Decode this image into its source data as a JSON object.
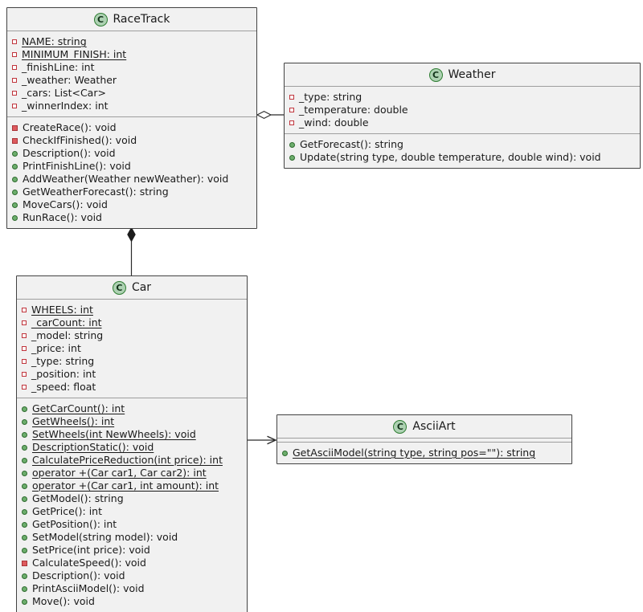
{
  "diagram_type": "uml-class-diagram",
  "colors": {
    "canvas_bg": "#ffffff",
    "class_bg": "#f1f1f1",
    "class_border": "#424242",
    "separator": "#9e9e9e",
    "text": "#1a1a1a",
    "title_icon_bg": "#add1b2",
    "title_icon_border": "#2e7d32",
    "public_icon_fill": "#6dae6d",
    "public_icon_border": "#2e6b2e",
    "private_icon_fill": "#dd5a5e",
    "private_icon_border": "#a93438",
    "field_icon_border": "#c0343c",
    "edge": "#2b2b2b"
  },
  "classes": [
    {
      "name": "RaceTrack",
      "icon_letter": "C",
      "fields": [
        {
          "text": "NAME: string",
          "visibility": "private",
          "static": true
        },
        {
          "text": "MINIMUM_FINISH: int",
          "visibility": "private",
          "static": true
        },
        {
          "text": "_finishLine: int",
          "visibility": "private",
          "static": false
        },
        {
          "text": "_weather: Weather",
          "visibility": "private",
          "static": false
        },
        {
          "text": "_cars: List<Car>",
          "visibility": "private",
          "static": false
        },
        {
          "text": "_winnerIndex: int",
          "visibility": "private",
          "static": false
        }
      ],
      "methods": [
        {
          "text": "CreateRace(): void",
          "visibility": "private",
          "static": false
        },
        {
          "text": "CheckIfFinished(): void",
          "visibility": "private",
          "static": false
        },
        {
          "text": "Description(): void",
          "visibility": "public",
          "static": false
        },
        {
          "text": "PrintFinishLine(): void",
          "visibility": "public",
          "static": false
        },
        {
          "text": "AddWeather(Weather newWeather): void",
          "visibility": "public",
          "static": false
        },
        {
          "text": "GetWeatherForecast(): string",
          "visibility": "public",
          "static": false
        },
        {
          "text": "MoveCars(): void",
          "visibility": "public",
          "static": false
        },
        {
          "text": "RunRace(): void",
          "visibility": "public",
          "static": false
        }
      ]
    },
    {
      "name": "Weather",
      "icon_letter": "C",
      "fields": [
        {
          "text": "_type: string",
          "visibility": "private",
          "static": false
        },
        {
          "text": "_temperature: double",
          "visibility": "private",
          "static": false
        },
        {
          "text": "_wind: double",
          "visibility": "private",
          "static": false
        }
      ],
      "methods": [
        {
          "text": "GetForecast(): string",
          "visibility": "public",
          "static": false
        },
        {
          "text": "Update(string type, double temperature, double wind): void",
          "visibility": "public",
          "static": false
        }
      ]
    },
    {
      "name": "Car",
      "icon_letter": "C",
      "fields": [
        {
          "text": "WHEELS: int",
          "visibility": "private",
          "static": true
        },
        {
          "text": "_carCount: int",
          "visibility": "private",
          "static": true
        },
        {
          "text": "_model: string",
          "visibility": "private",
          "static": false
        },
        {
          "text": "_price: int",
          "visibility": "private",
          "static": false
        },
        {
          "text": "_type: string",
          "visibility": "private",
          "static": false
        },
        {
          "text": "_position: int",
          "visibility": "private",
          "static": false
        },
        {
          "text": "_speed: float",
          "visibility": "private",
          "static": false
        }
      ],
      "methods": [
        {
          "text": "GetCarCount(): int",
          "visibility": "public",
          "static": true
        },
        {
          "text": "GetWheels(): int",
          "visibility": "public",
          "static": true
        },
        {
          "text": "SetWheels(int NewWheels): void",
          "visibility": "public",
          "static": true
        },
        {
          "text": "DescriptionStatic(): void",
          "visibility": "public",
          "static": true
        },
        {
          "text": "CalculatePriceReduction(int price): int",
          "visibility": "public",
          "static": true
        },
        {
          "text": "operator +(Car car1, Car car2): int",
          "visibility": "public",
          "static": true
        },
        {
          "text": "operator +(Car car1, int amount): int",
          "visibility": "public",
          "static": true
        },
        {
          "text": "GetModel(): string",
          "visibility": "public",
          "static": false
        },
        {
          "text": "GetPrice(): int",
          "visibility": "public",
          "static": false
        },
        {
          "text": "GetPosition(): int",
          "visibility": "public",
          "static": false
        },
        {
          "text": "SetModel(string model): void",
          "visibility": "public",
          "static": false
        },
        {
          "text": "SetPrice(int price): void",
          "visibility": "public",
          "static": false
        },
        {
          "text": "CalculateSpeed(): void",
          "visibility": "private",
          "static": false
        },
        {
          "text": "Description(): void",
          "visibility": "public",
          "static": false
        },
        {
          "text": "PrintAsciiModel(): void",
          "visibility": "public",
          "static": false
        },
        {
          "text": "Move(): void",
          "visibility": "public",
          "static": false
        }
      ]
    },
    {
      "name": "AsciiArt",
      "icon_letter": "C",
      "fields": [],
      "methods": [
        {
          "text": "GetAsciiModel(string type, string pos=\"\"): string",
          "visibility": "public",
          "static": true
        }
      ]
    }
  ],
  "edges": [
    {
      "type": "aggregation",
      "from": "RaceTrack",
      "to": "Weather",
      "diamond": "hollow",
      "diamond_at": "RaceTrack"
    },
    {
      "type": "composition",
      "from": "RaceTrack",
      "to": "Car",
      "diamond": "filled",
      "diamond_at": "RaceTrack"
    },
    {
      "type": "directed-association",
      "from": "Car",
      "to": "AsciiArt",
      "arrow_at": "AsciiArt"
    }
  ]
}
